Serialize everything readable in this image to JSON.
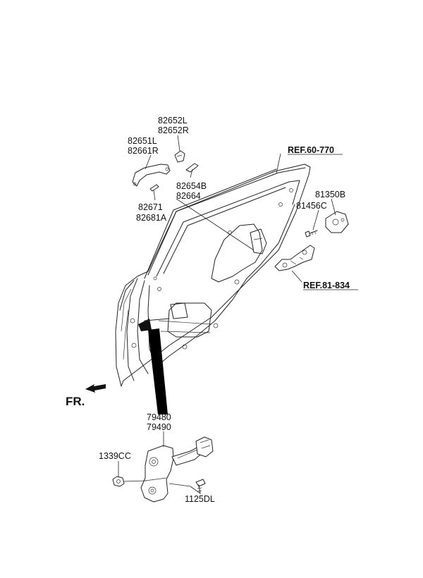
{
  "diagram": {
    "labels": {
      "p82652": [
        "82652L",
        "82652R"
      ],
      "p82651": [
        "82651L",
        "82661R"
      ],
      "p82654": [
        "82654B",
        "82664"
      ],
      "p82671": [
        "82671",
        "82681A"
      ],
      "p81350": "81350B",
      "p81456": "81456C",
      "p79480": [
        "79480",
        "79490"
      ],
      "p1339": "1339CC",
      "p1125": "1125DL"
    },
    "refs": {
      "ref_door": "REF.60-770",
      "ref_latch": "REF.81-834"
    },
    "front_label": "FR."
  }
}
